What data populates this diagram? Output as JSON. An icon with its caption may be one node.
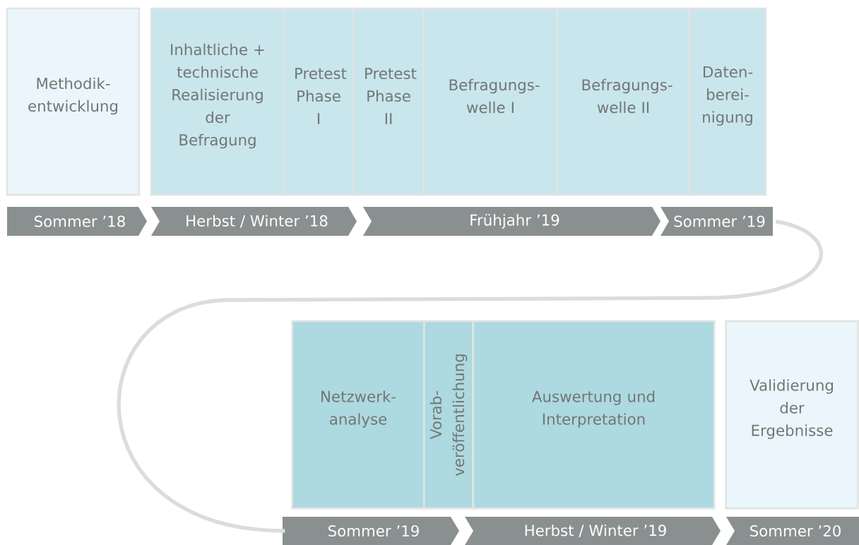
{
  "diagram": {
    "nodes": [
      {
        "text": [
          "Methodik- entwicklung"
        ]
      },
      {
        "text": [
          "Inhaltliche + technische Realisierung der Befragung"
        ]
      },
      {
        "text": [
          "Pretest Phase I"
        ]
      },
      {
        "text": [
          "Pretest Phase II"
        ]
      },
      {
        "text": [
          "Befragungs- welle I"
        ]
      },
      {
        "text": [
          "Befragungs- welle II"
        ]
      },
      {
        "text": [
          "Daten- berei- nigung"
        ]
      },
      {
        "text": [
          "Sommer ’18"
        ]
      },
      {
        "text": [
          "Herbst / Winter ’18"
        ]
      },
      {
        "text": [
          "Frühjahr ’19"
        ]
      },
      {
        "text": [
          "Sommer ’19"
        ]
      },
      {
        "text": [
          "Netzwerk- analyse"
        ]
      },
      {
        "text": [
          "Vorab- veröffentlichung"
        ]
      },
      {
        "text": [
          "Auswertung und Interpretation"
        ]
      },
      {
        "text": [
          "Validierung der Ergebnisse"
        ]
      },
      {
        "text": [
          "Sommer ’19"
        ]
      },
      {
        "text": [
          "Herbst / Winter ’19"
        ]
      },
      {
        "text": [
          "Sommer ’20"
        ]
      }
    ],
    "edges": [
      {
        "from": 10,
        "to": 15,
        "arrow": "none"
      }
    ]
  }
}
